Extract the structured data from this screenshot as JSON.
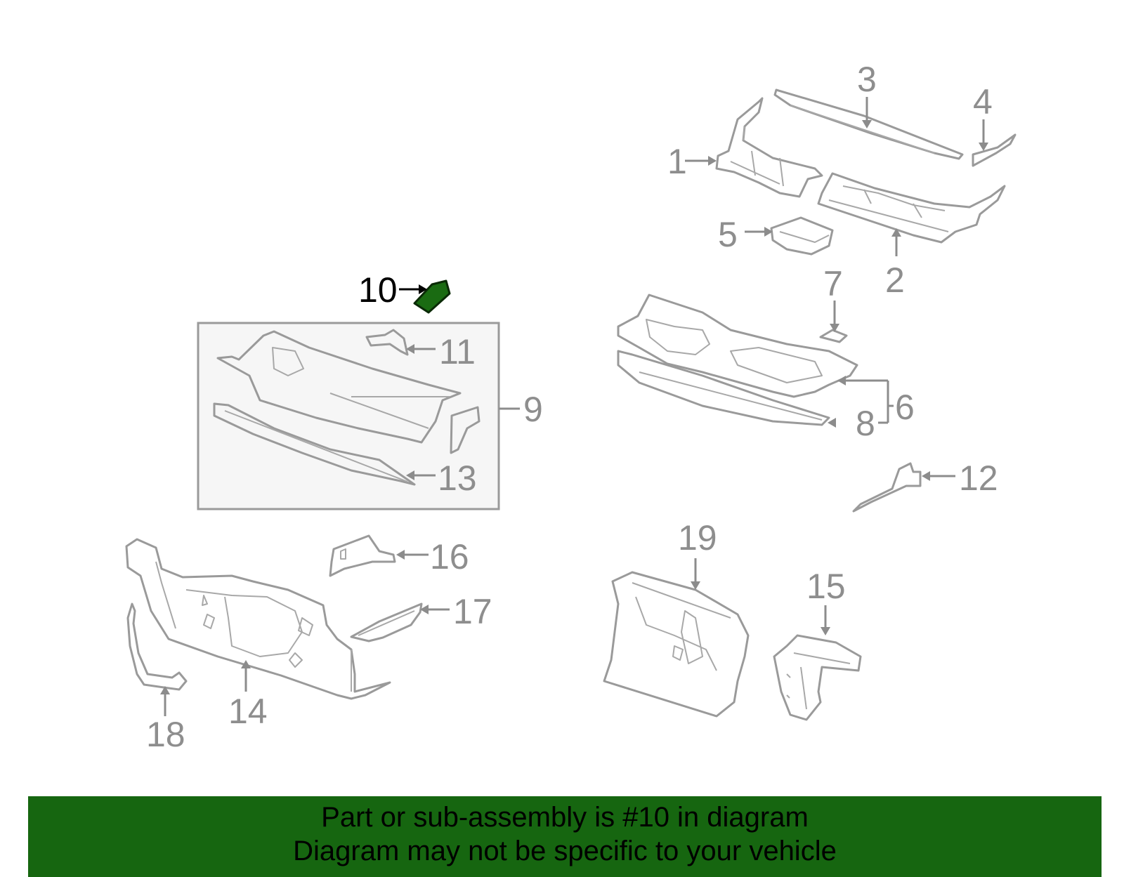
{
  "highlight": {
    "part_number": "10",
    "color": "#1a6b12"
  },
  "callouts": [
    "1",
    "2",
    "3",
    "4",
    "5",
    "6",
    "7",
    "8",
    "9",
    "10",
    "11",
    "12",
    "13",
    "14",
    "15",
    "16",
    "17",
    "18",
    "19"
  ],
  "banner": {
    "line1": "Part or sub-assembly is #10 in diagram",
    "line2": "Diagram may not be specific to your vehicle",
    "background": "#166610"
  }
}
